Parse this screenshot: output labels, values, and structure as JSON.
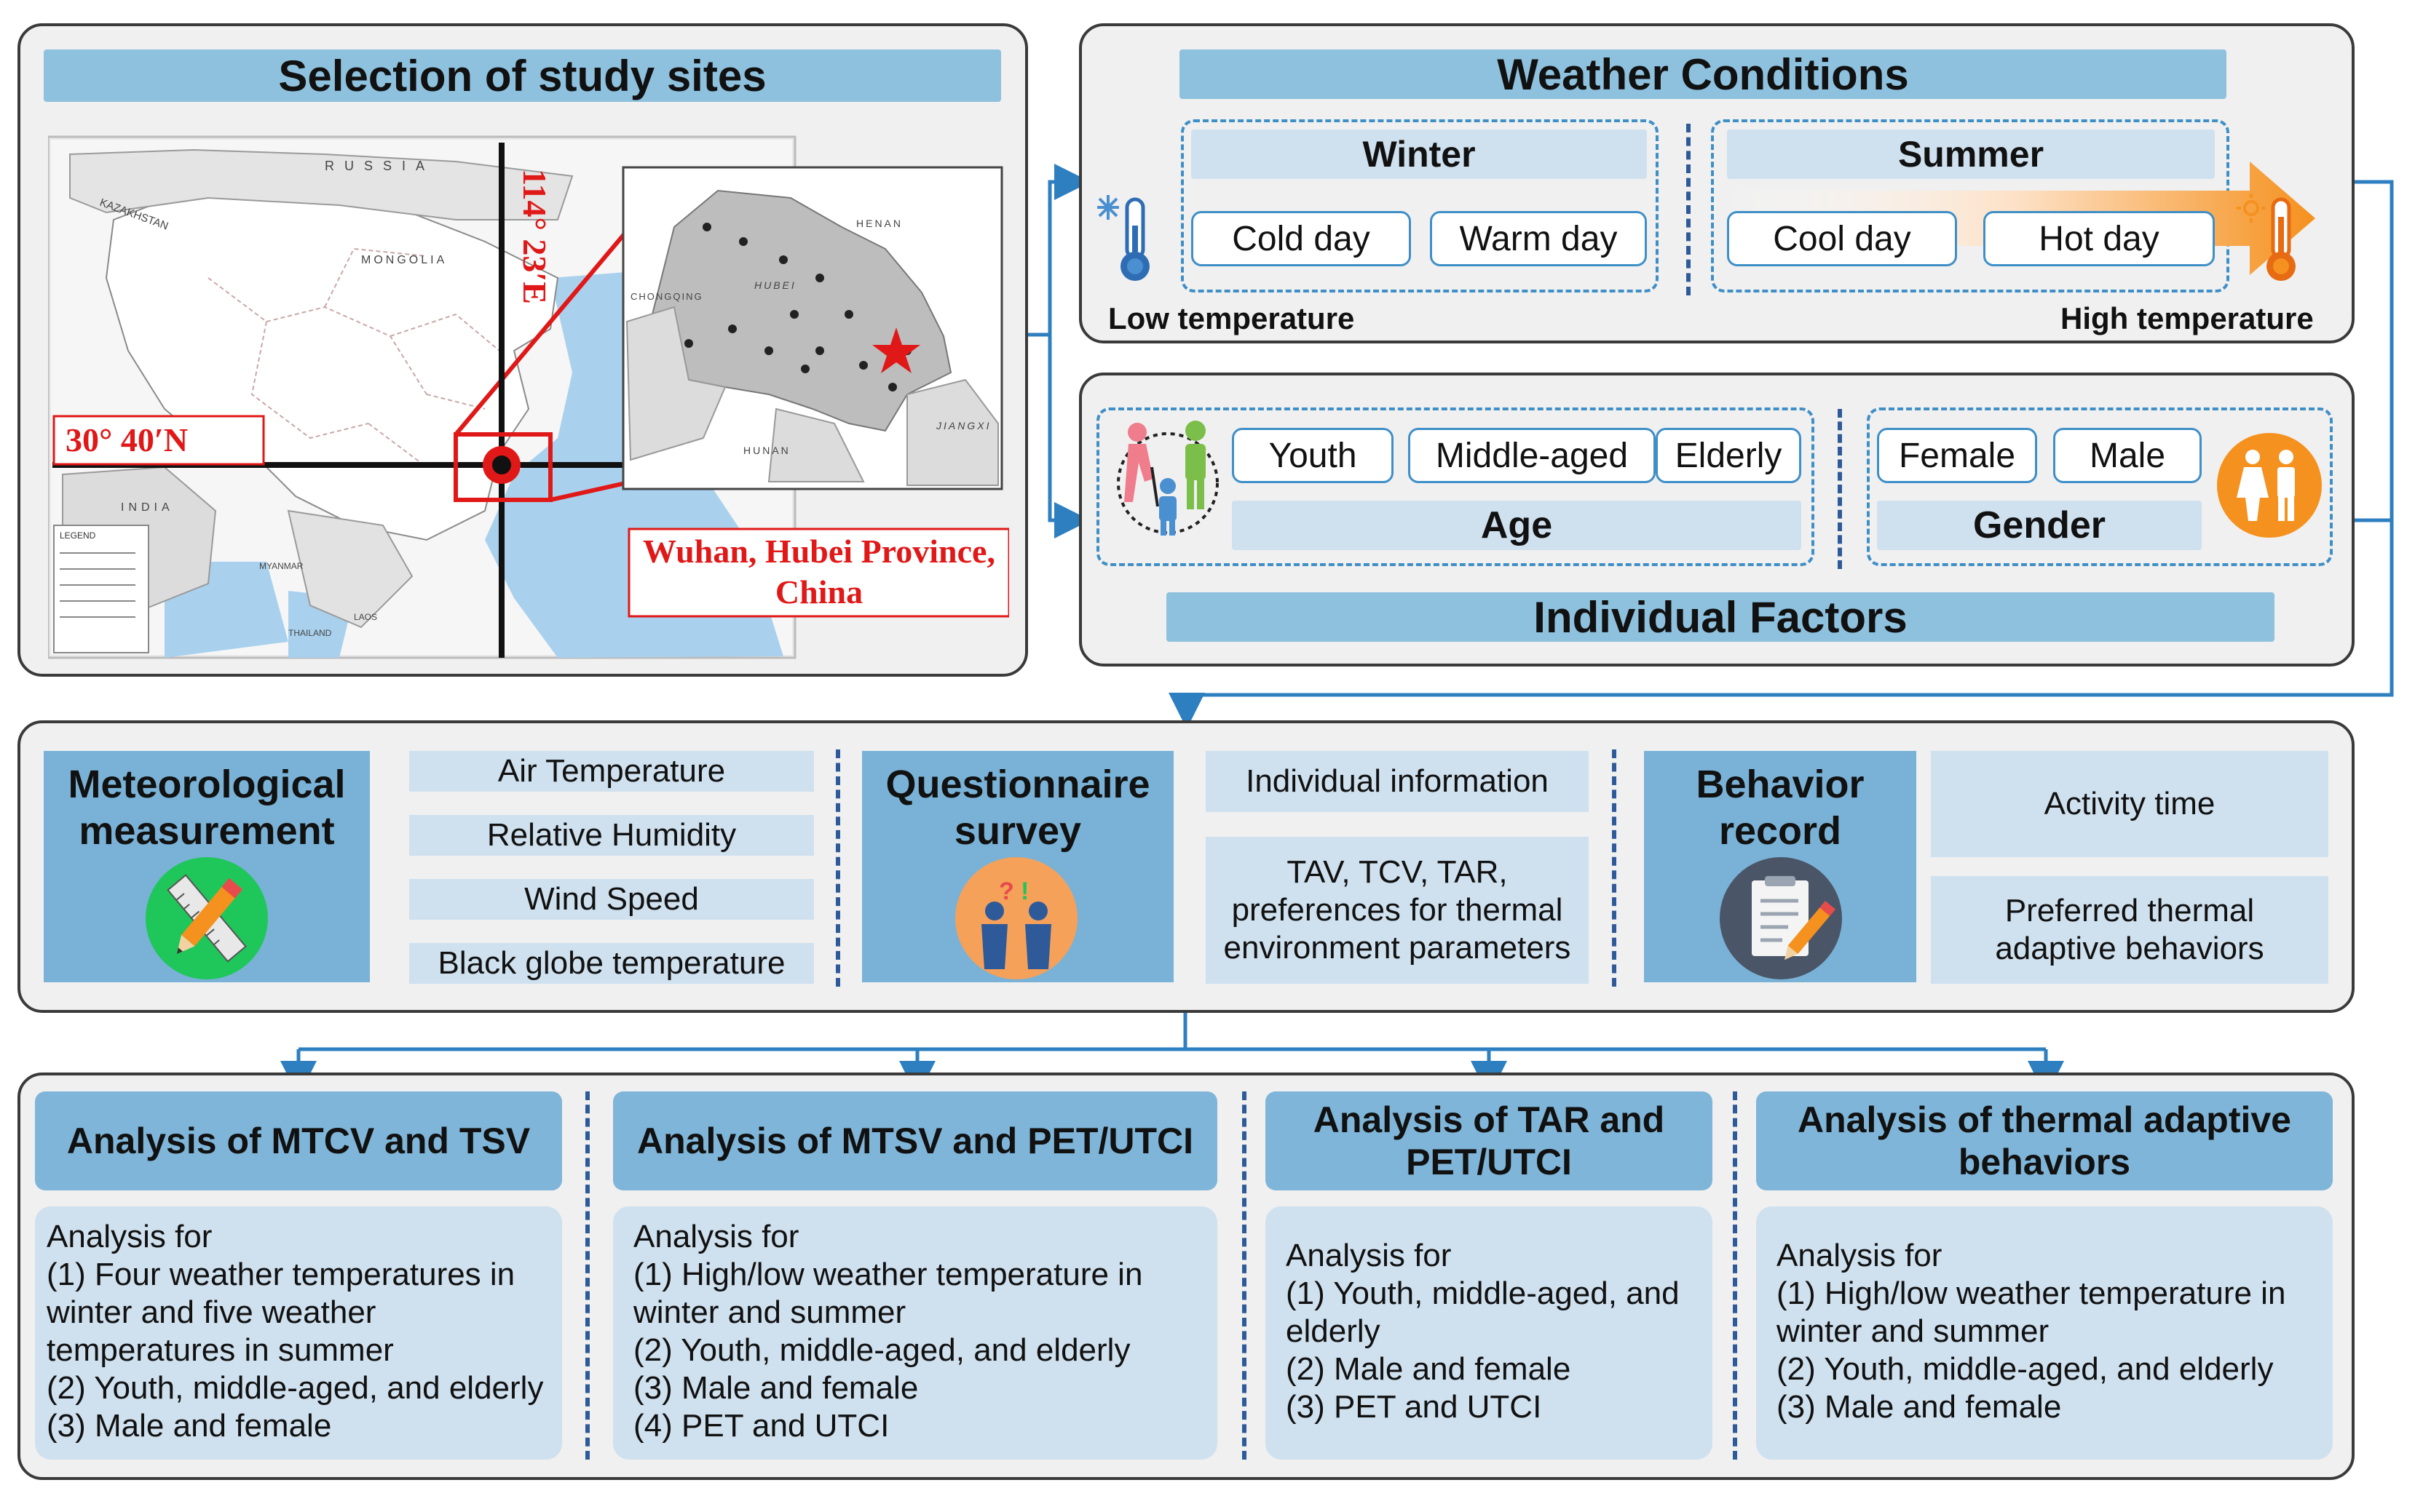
{
  "study_sites": {
    "title": "Selection of study  sites",
    "map": {
      "lon_label": "114° 23′E",
      "lat_label": "30° 40′N",
      "country_labels": [
        "RUSSIA",
        "KAZAKHSTAN",
        "MONGOLIA",
        "INDIA",
        "MYANMAR",
        "THAILAND",
        "LAOS"
      ],
      "legend_title": "LEGEND",
      "inset_labels": [
        "HENAN",
        "CHONGQING",
        "HUBEI",
        "HUNAN",
        "JIANGXI"
      ],
      "location_label": "Wuhan, Hubei Province, China"
    }
  },
  "weather": {
    "title": "Weather Conditions",
    "winter": {
      "label": "Winter",
      "items": [
        "Cold day",
        "Warm day"
      ]
    },
    "summer": {
      "label": "Summer",
      "items": [
        "Cool day",
        "Hot day"
      ]
    },
    "low_label": "Low temperature",
    "high_label": "High temperature"
  },
  "individual": {
    "title": "Individual Factors",
    "age": {
      "label": "Age",
      "items": [
        "Youth",
        "Middle-aged",
        "Elderly"
      ]
    },
    "gender": {
      "label": "Gender",
      "items": [
        "Female",
        "Male"
      ]
    }
  },
  "methods": {
    "meteorological": {
      "title": "Meteorological measurement",
      "items": [
        "Air Temperature",
        "Relative Humidity",
        "Wind Speed",
        "Black globe temperature"
      ]
    },
    "questionnaire": {
      "title": "Questionnaire survey",
      "items": [
        "Individual information",
        "TAV, TCV, TAR, preferences for thermal environment parameters"
      ]
    },
    "behavior": {
      "title": "Behavior record",
      "items": [
        "Activity time",
        "Preferred thermal adaptive behaviors"
      ]
    }
  },
  "analyses": [
    {
      "title": "Analysis of MTCV and TSV",
      "lines": [
        "Analysis for",
        "(1) Four weather temperatures in",
        "winter and  five weather",
        "temperatures in summer",
        "(2) Youth, middle-aged, and elderly",
        "(3) Male and female"
      ]
    },
    {
      "title": "Analysis of MTSV and PET/UTCI",
      "lines": [
        "Analysis for",
        "(1) High/low weather temperature in",
        "winter and summer",
        "(2) Youth, middle-aged, and elderly",
        "(3) Male and female",
        "(4) PET and UTCI"
      ]
    },
    {
      "title": "Analysis of TAR and PET/UTCI",
      "lines": [
        "Analysis for",
        "(1) Youth, middle-aged, and",
        "elderly",
        "(2) Male and female",
        "(3) PET and UTCI"
      ]
    },
    {
      "title": "Analysis of thermal adaptive behaviors",
      "lines": [
        "Analysis for",
        "(1) High/low weather temperature in",
        "winter and summer",
        "(2) Youth, middle-aged, and elderly",
        "(3) Male and female"
      ]
    }
  ],
  "colors": {
    "header_blue": "#8ec1de",
    "light_blue": "#cfe0ee",
    "connector_blue": "#2d7fc0",
    "map_red": "#e01818",
    "orange": "#f5911e"
  }
}
